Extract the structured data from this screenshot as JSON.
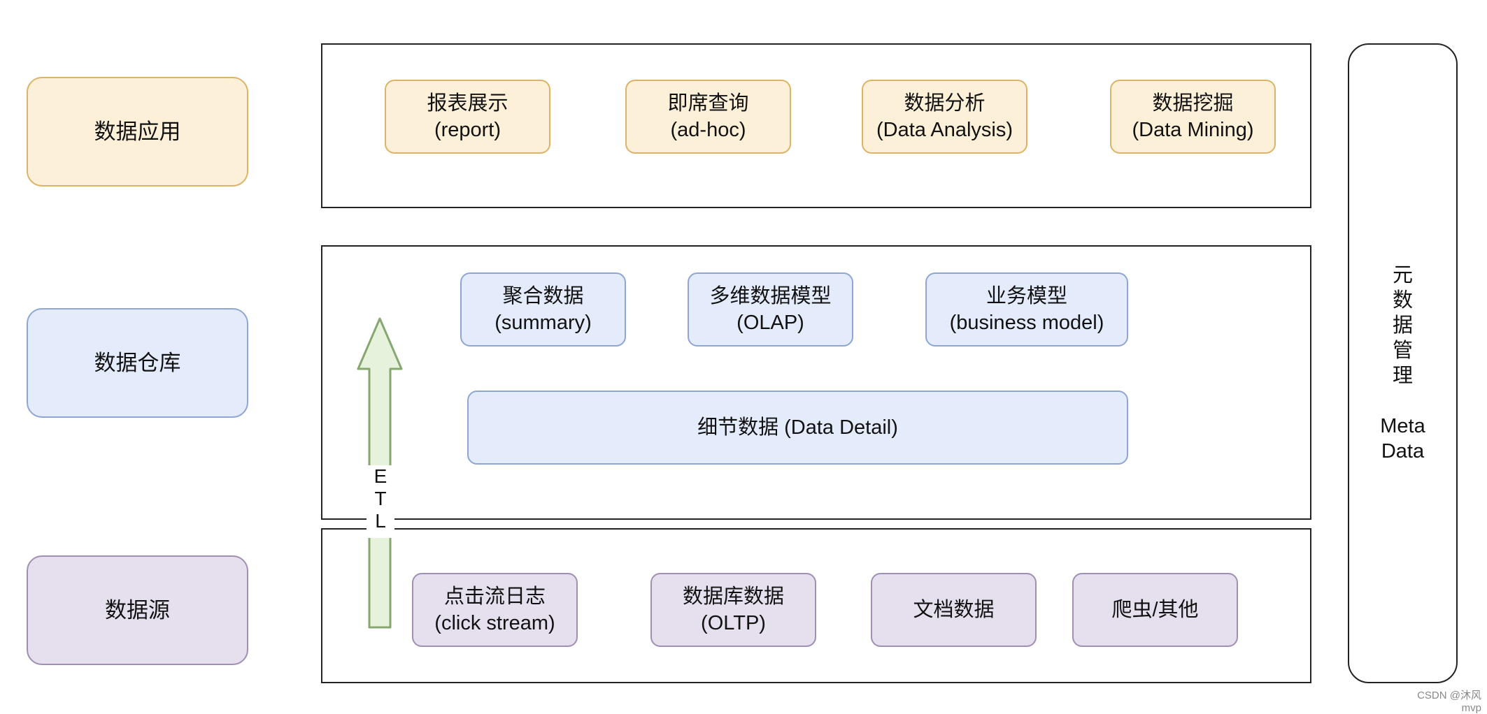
{
  "lanes": {
    "app": "数据应用",
    "dw": "数据仓库",
    "src": "数据源"
  },
  "app_layer": [
    {
      "cn": "报表展示",
      "en": "(report)"
    },
    {
      "cn": "即席查询",
      "en": "(ad-hoc)"
    },
    {
      "cn": "数据分析",
      "en": "(Data Analysis)"
    },
    {
      "cn": "数据挖掘",
      "en": "(Data Mining)"
    }
  ],
  "dw_layer": {
    "models": [
      {
        "cn": "聚合数据",
        "en": "(summary)"
      },
      {
        "cn": "多维数据模型",
        "en": "(OLAP)"
      },
      {
        "cn": "业务模型",
        "en": "(business model)"
      }
    ],
    "detail": "细节数据 (Data Detail)"
  },
  "src_layer": [
    {
      "cn": "点击流日志",
      "en": "(click stream)"
    },
    {
      "cn": "数据库数据",
      "en": "(OLTP)"
    },
    {
      "cn": "文档数据",
      "en": ""
    },
    {
      "cn": "爬虫/其他",
      "en": ""
    }
  ],
  "etl": {
    "letters": [
      "E",
      "T",
      "L"
    ]
  },
  "meta": {
    "cn_chars": [
      "元",
      "数",
      "据",
      "管",
      "理"
    ],
    "en_lines": [
      "Meta",
      "Data"
    ]
  },
  "watermark": "CSDN @沐风mvp",
  "colors": {
    "app_fill": "#fdf0d9",
    "app_border": "#dcb367",
    "dw_fill": "#e4ecfc",
    "dw_border": "#8ea6d3",
    "src_fill": "#e6dfee",
    "src_border": "#9f8fb3",
    "arrow_fill": "#e6f2dc",
    "arrow_border": "#86a870"
  }
}
